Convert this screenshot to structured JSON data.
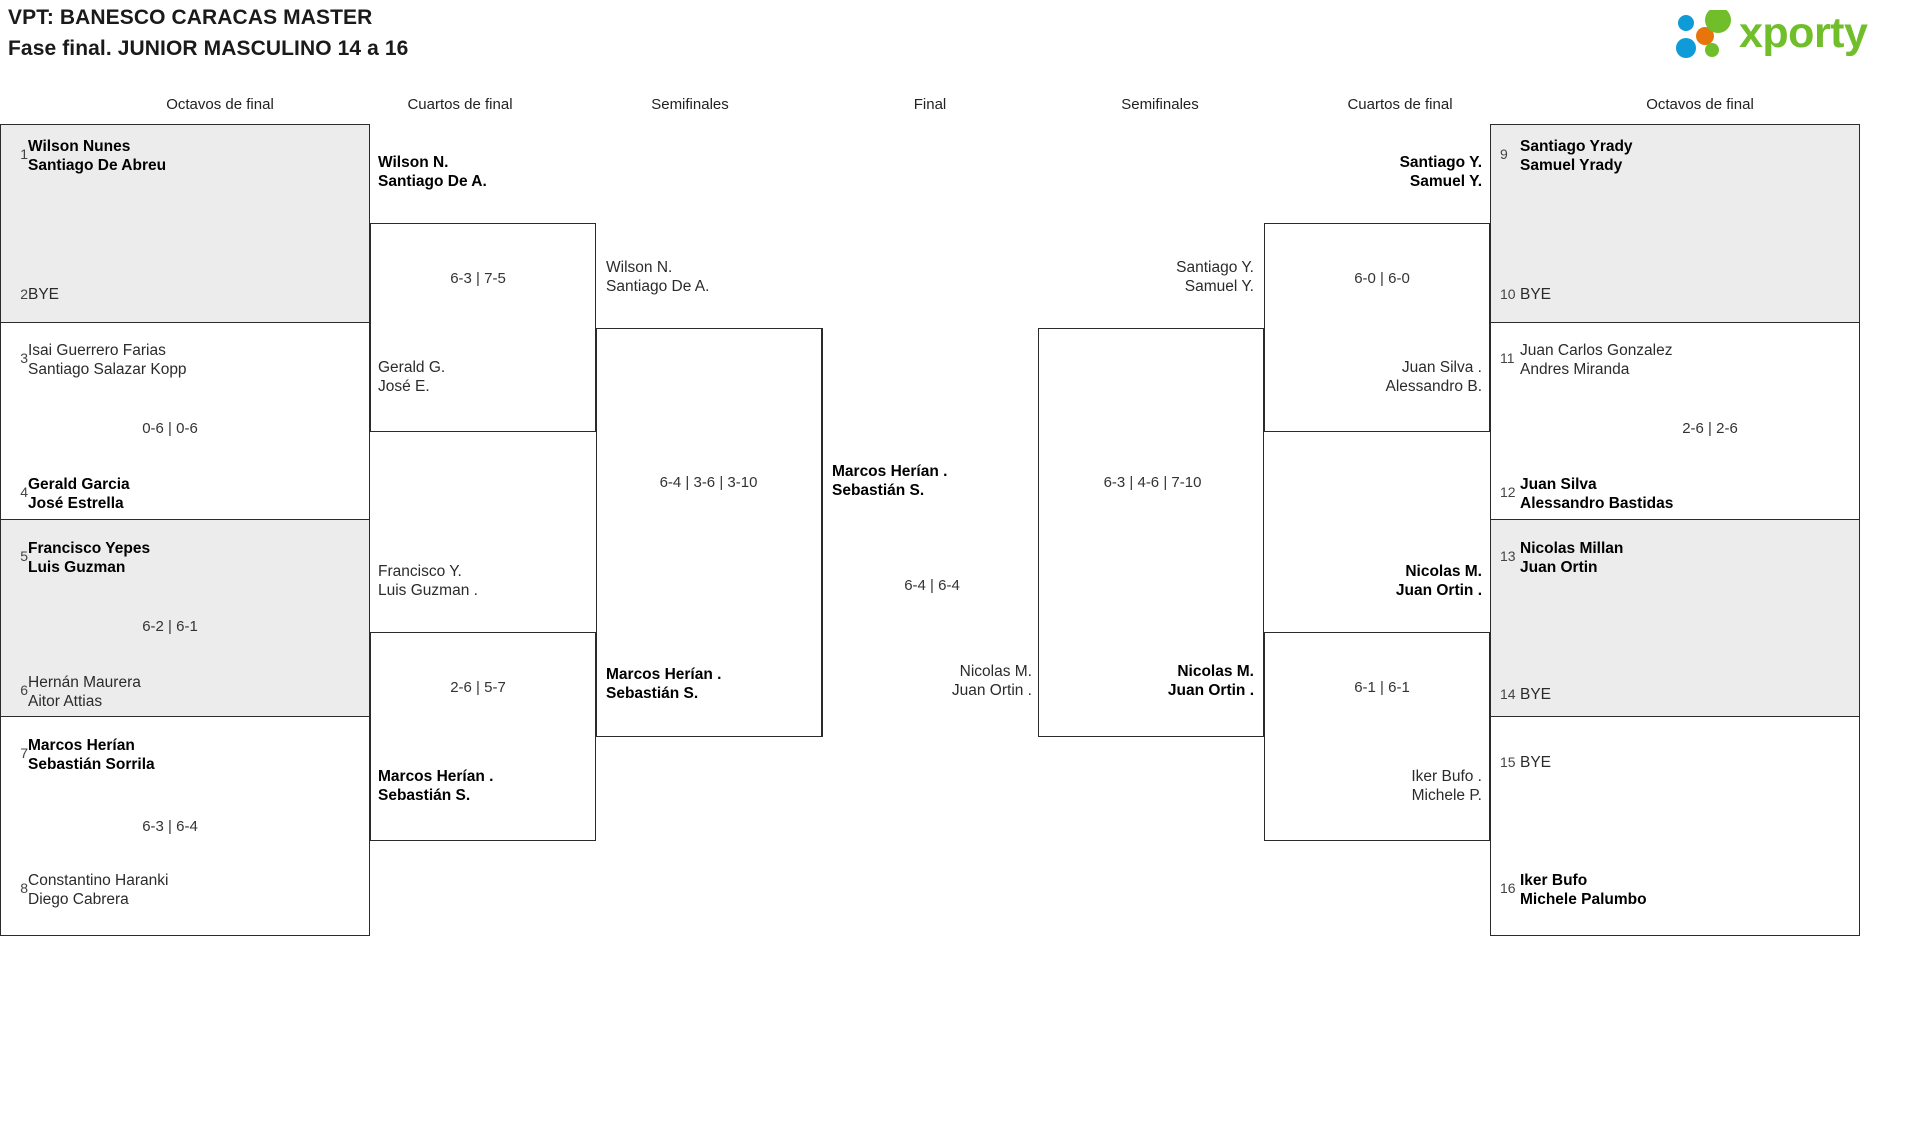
{
  "header": {
    "title_line1": "VPT: BANESCO CARACAS MASTER",
    "title_line2": "Fase final. JUNIOR MASCULINO 14 a 16",
    "logo_text": "xporty",
    "logo_colors": {
      "green": "#6fbe2a",
      "blue": "#0f9ad8",
      "orange": "#e8740c"
    }
  },
  "round_headers": {
    "left_r16": "Octavos de final",
    "left_qf": "Cuartos de final",
    "left_sf": "Semifinales",
    "final": "Final",
    "right_sf": "Semifinales",
    "right_qf": "Cuartos de final",
    "right_r16": "Octavos de final"
  },
  "chart_data": {
    "type": "bracket",
    "title": "VPT: BANESCO CARACAS MASTER — Fase final. JUNIOR MASCULINO 14 a 16",
    "rounds": [
      "Octavos de final",
      "Cuartos de final",
      "Semifinales",
      "Final"
    ],
    "draw_size": 16
  },
  "left": {
    "r16": [
      {
        "seed": "1",
        "p1": "Wilson Nunes",
        "p2": "Santiago De Abreu",
        "winner": true,
        "bye": false
      },
      {
        "seed": "2",
        "p1": "BYE",
        "p2": "",
        "winner": false,
        "bye": true
      },
      {
        "seed": "3",
        "p1": "Isai Guerrero Farias",
        "p2": "Santiago Salazar Kopp",
        "winner": false,
        "bye": false
      },
      {
        "seed": "4",
        "p1": "Gerald Garcia",
        "p2": "José Estrella",
        "winner": true,
        "bye": false
      },
      {
        "seed": "5",
        "p1": "Francisco Yepes",
        "p2": "Luis Guzman",
        "winner": true,
        "bye": false
      },
      {
        "seed": "6",
        "p1": "Hernán Maurera",
        "p2": "Aitor Attias",
        "winner": false,
        "bye": false
      },
      {
        "seed": "7",
        "p1": "Marcos Herían",
        "p2": "Sebastián Sorrila",
        "winner": true,
        "bye": false
      },
      {
        "seed": "8",
        "p1": "Constantino Haranki",
        "p2": "Diego Cabrera",
        "winner": false,
        "bye": false
      }
    ],
    "r16_scores": [
      "0-6 | 0-6",
      "6-2 | 6-1",
      "6-3 | 6-4"
    ],
    "qf": [
      {
        "p1": "Wilson N.",
        "p2": "Santiago De A.",
        "winner": true
      },
      {
        "p1": "Gerald G.",
        "p2": "José E.",
        "winner": false
      },
      {
        "p1": "Francisco Y.",
        "p2": "Luis Guzman .",
        "winner": false
      },
      {
        "p1": "Marcos Herían .",
        "p2": "Sebastián S.",
        "winner": true
      }
    ],
    "qf_scores": [
      "6-3 | 7-5",
      "2-6 | 5-7"
    ],
    "sf": [
      {
        "p1": "Wilson N.",
        "p2": "Santiago De A.",
        "winner": false
      },
      {
        "p1": "Marcos Herían .",
        "p2": "Sebastián S.",
        "winner": true
      }
    ],
    "sf_score": "6-4 | 3-6 | 3-10"
  },
  "final": {
    "top": {
      "p1": "Marcos Herían .",
      "p2": "Sebastián S.",
      "winner": true
    },
    "bottom": {
      "p1": "Nicolas M.",
      "p2": "Juan Ortin .",
      "winner": false
    },
    "score": "6-4 | 6-4"
  },
  "right": {
    "sf": [
      {
        "p1": "Santiago Y.",
        "p2": "Samuel Y.",
        "winner": false
      },
      {
        "p1": "Nicolas M.",
        "p2": "Juan Ortin .",
        "winner": true
      }
    ],
    "sf_score": "6-3 | 4-6 | 7-10",
    "qf": [
      {
        "p1": "Santiago Y.",
        "p2": "Samuel Y.",
        "winner": true
      },
      {
        "p1": "Juan Silva .",
        "p2": "Alessandro B.",
        "winner": false
      },
      {
        "p1": "Nicolas M.",
        "p2": "Juan Ortin .",
        "winner": true
      },
      {
        "p1": "Iker Bufo .",
        "p2": "Michele P.",
        "winner": false
      }
    ],
    "qf_scores": [
      "6-0 | 6-0",
      "6-1 | 6-1"
    ],
    "r16": [
      {
        "seed": "9",
        "p1": "Santiago Yrady",
        "p2": "Samuel Yrady",
        "winner": true,
        "bye": false
      },
      {
        "seed": "10",
        "p1": "BYE",
        "p2": "",
        "winner": false,
        "bye": true
      },
      {
        "seed": "11",
        "p1": "Juan Carlos Gonzalez",
        "p2": "Andres Miranda",
        "winner": false,
        "bye": false
      },
      {
        "seed": "12",
        "p1": "Juan Silva",
        "p2": "Alessandro Bastidas",
        "winner": true,
        "bye": false
      },
      {
        "seed": "13",
        "p1": "Nicolas Millan",
        "p2": "Juan Ortin",
        "winner": true,
        "bye": false
      },
      {
        "seed": "14",
        "p1": "BYE",
        "p2": "",
        "winner": false,
        "bye": true
      },
      {
        "seed": "15",
        "p1": "BYE",
        "p2": "",
        "winner": false,
        "bye": true
      },
      {
        "seed": "16",
        "p1": "Iker Bufo",
        "p2": "Michele Palumbo",
        "winner": true,
        "bye": false
      }
    ],
    "r16_scores": [
      "2-6 | 2-6"
    ]
  }
}
